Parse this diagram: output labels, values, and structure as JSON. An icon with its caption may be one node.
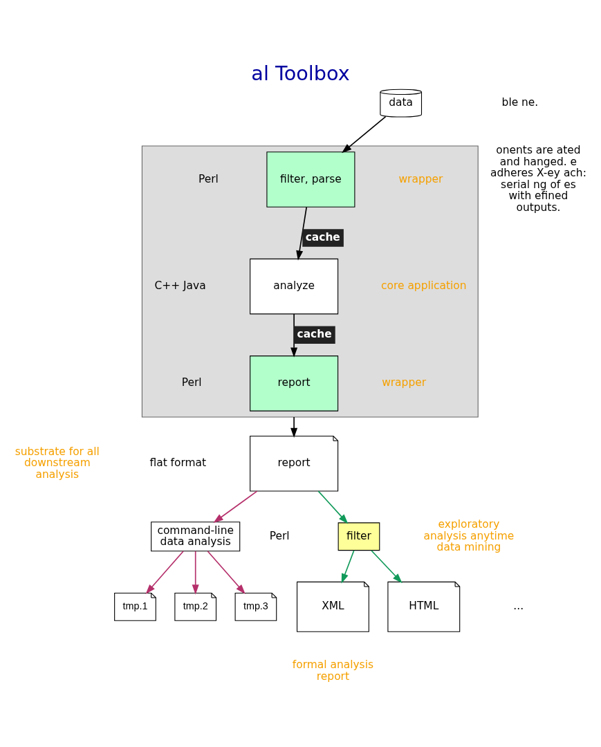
{
  "diagram": {
    "title": "al Toolbox",
    "nodes": [
      {
        "text": [
          "data"
        ]
      },
      {
        "text": [],
        "shape": "box"
      },
      {
        "text": [
          "filter, parse"
        ],
        "in": 1
      },
      {
        "text": [
          "analyze"
        ],
        "in": 1
      },
      {
        "text": [
          "report"
        ],
        "in": 1
      },
      {
        "text": [
          "report"
        ]
      },
      {
        "text": [
          "command-line data analysis"
        ]
      },
      {
        "text": [
          "tmp.1"
        ]
      },
      {
        "text": [
          "tmp.2"
        ]
      },
      {
        "text": [
          "tmp.3"
        ]
      },
      {
        "text": [
          "filter"
        ]
      },
      {
        "text": [
          "XML"
        ]
      },
      {
        "text": [
          "HTML"
        ]
      }
    ],
    "edges": [
      {
        "from": 0,
        "to": 2,
        "arrow": "to"
      },
      {
        "from": 2,
        "to": 3,
        "arrow": "to",
        "label": "cache"
      },
      {
        "from": 3,
        "to": 4,
        "arrow": "to",
        "label": "cache"
      },
      {
        "from": 1,
        "to": 5,
        "arrow": "to"
      },
      {
        "from": 5,
        "to": 6,
        "arrow": "to",
        "color": "#b5306b"
      },
      {
        "from": 6,
        "to": 7,
        "arrow": "to",
        "color": "#b5306b"
      },
      {
        "from": 6,
        "to": 8,
        "arrow": "to",
        "color": "#b5306b"
      },
      {
        "from": 6,
        "to": 9,
        "arrow": "to",
        "color": "#b5306b"
      },
      {
        "from": 5,
        "to": 10,
        "arrow": "to",
        "color": "#119a5a"
      },
      {
        "from": 10,
        "to": 11,
        "arrow": "to",
        "color": "#119a5a"
      },
      {
        "from": 10,
        "to": 12,
        "arrow": "to",
        "color": "#119a5a"
      }
    ],
    "labels": [
      "ble ne.",
      "onents are ated and hanged. e adheres X-ey ach: serial ng of es with efined outputs.",
      "Perl",
      "wrapper",
      "C++ Java",
      "core application",
      "Perl",
      "wrapper",
      "substrate for all downstream analysis",
      "flat format",
      "Perl",
      "exploratory analysis anytime data mining",
      "...",
      "formal analysis report"
    ]
  }
}
